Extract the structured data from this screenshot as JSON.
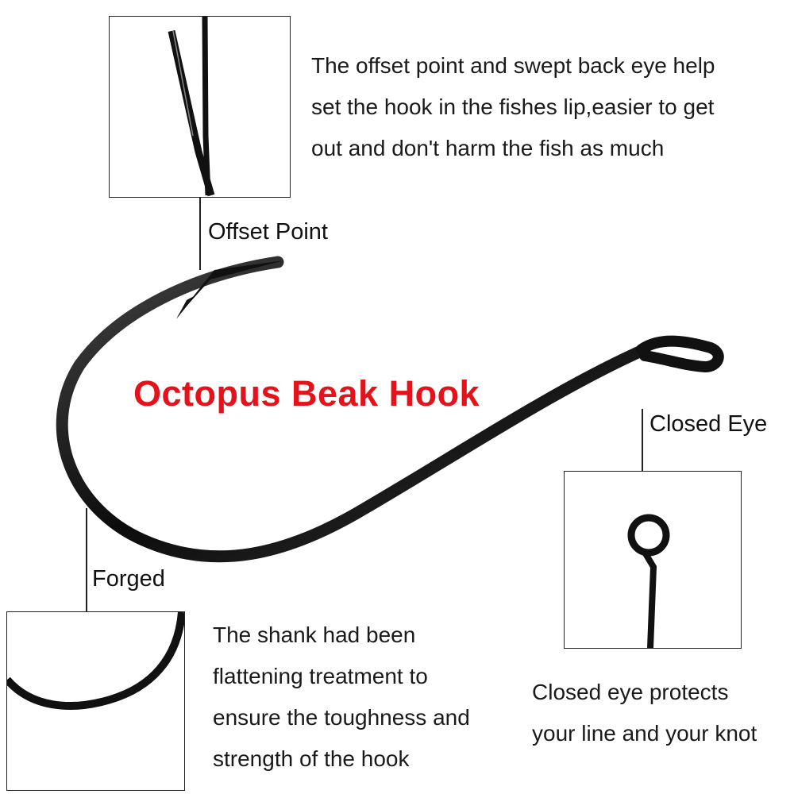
{
  "title": "Octopus Beak Hook",
  "labels": {
    "offset_point": "Offset Point",
    "closed_eye": "Closed Eye",
    "forged": "Forged"
  },
  "descriptions": {
    "offset": [
      "The offset point and swept back eye help",
      "set the hook in the fishes lip,easier to get",
      "out and don't harm the fish as much"
    ],
    "shank": [
      "The shank had been",
      "flattening treatment to",
      "ensure the toughness and",
      "strength of the hook"
    ],
    "eye": [
      "Closed eye protects",
      "your line and your knot"
    ]
  },
  "colors": {
    "title": "#e3121b",
    "hook": "#111111"
  }
}
